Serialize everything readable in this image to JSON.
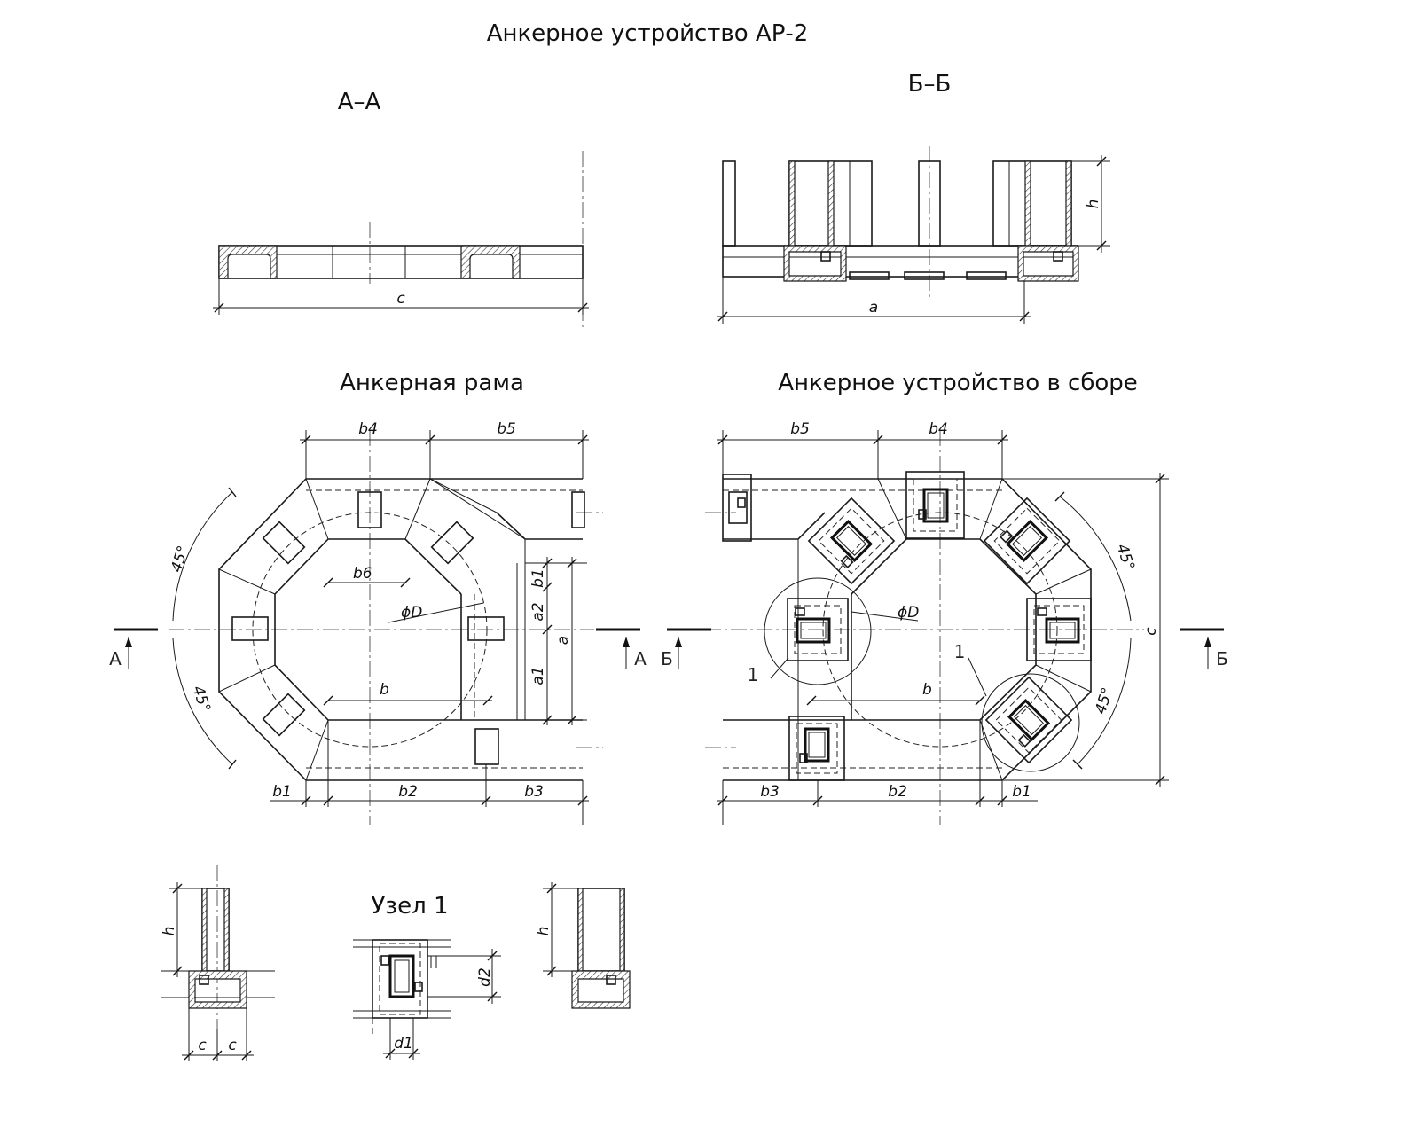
{
  "titles": {
    "main": "Анкерное устройство АР-2",
    "section_aa": "А–А",
    "section_bb": "Б–Б",
    "frame": "Анкерная рама",
    "assembly": "Анкерное устройство в сборе",
    "node": "Узел 1"
  },
  "section_marks": {
    "a": "А",
    "b": "Б"
  },
  "dims": {
    "a": "a",
    "a1": "a1",
    "a2": "a2",
    "b": "b",
    "b1": "b1",
    "b2": "b2",
    "b3": "b3",
    "b4": "b4",
    "b5": "b5",
    "b6": "b6",
    "c": "c",
    "h": "h",
    "d1": "d1",
    "d2": "d2",
    "diameter": "ϕD",
    "angle": "45°",
    "node_ref": "1"
  }
}
